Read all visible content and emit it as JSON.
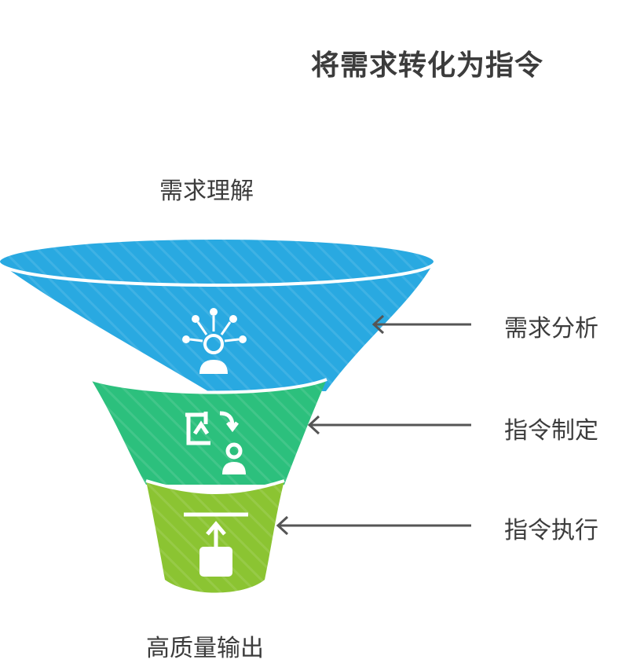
{
  "title": "将需求转化为指令",
  "funnel": {
    "top_label": "需求理解",
    "bottom_label": "高质量输出",
    "stages": [
      {
        "label": "需求分析",
        "icon": "idea-person-icon",
        "color": "#29a9e1"
      },
      {
        "label": "指令制定",
        "icon": "chart-person-icon",
        "color": "#2cc07d"
      },
      {
        "label": "指令执行",
        "icon": "upload-arrow-icon",
        "color": "#8bc432"
      }
    ]
  }
}
